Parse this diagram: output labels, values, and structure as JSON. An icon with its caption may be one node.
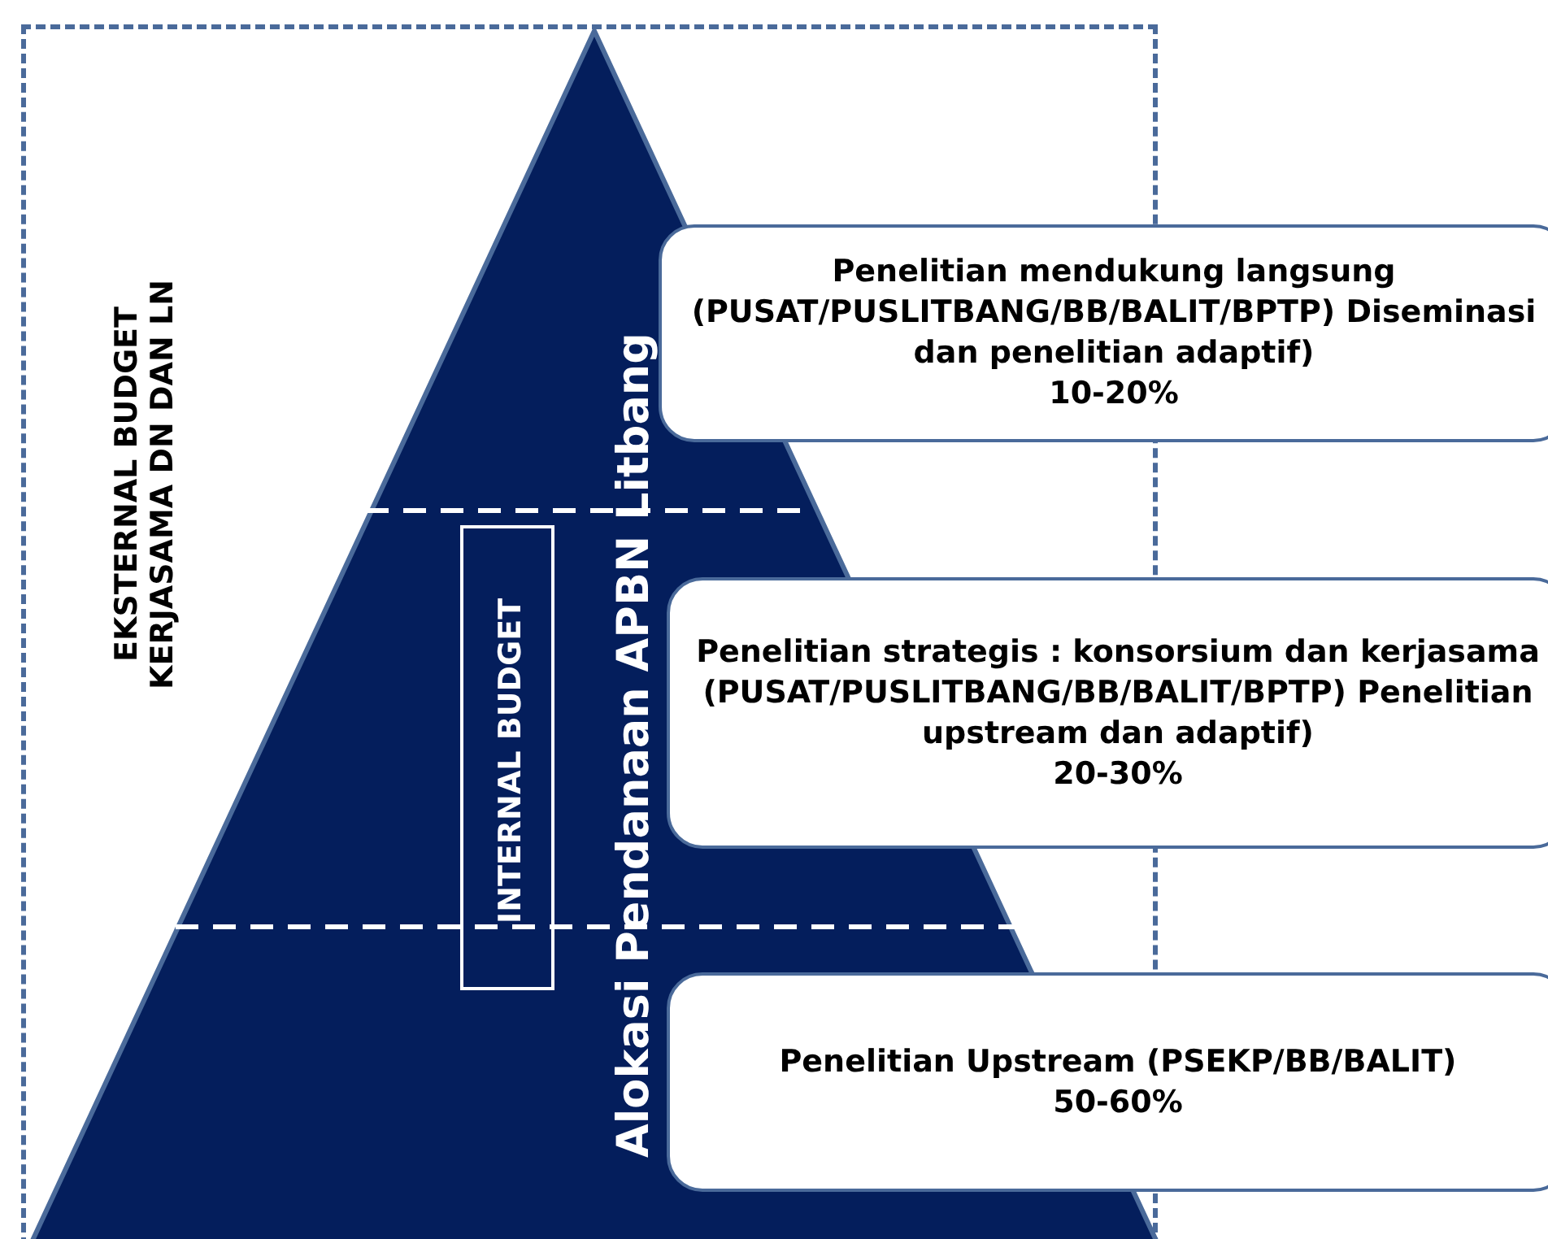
{
  "diagram": {
    "nodes": [
      {
        "text": [
          "EKSTERNAL BUDGET KERJASAMA DN DAN LN"
        ]
      },
      {
        "text": [
          "Alokasi Pendanaan APBN Litbang"
        ],
        "in": 0
      },
      {
        "text": [
          "INTERNAL BUDGET"
        ],
        "in": 1
      },
      {
        "text": [
          "Penelitian mendukung langsung (PUSAT/PUSLITBANG/BB/BALIT/BPTP) Diseminasi dan penelitian adaptif)",
          "10-20%"
        ]
      },
      {
        "text": [
          "Penelitian strategis : konsorsium dan kerjasama (PUSAT/PUSLITBANG/BB/BALIT/BPTP) Penelitian upstream dan adaptif)",
          "20-30%"
        ]
      },
      {
        "text": [
          "Penelitian Upstream (PSEKP/BB/BALIT)",
          "50-60%"
        ]
      }
    ],
    "edges": []
  }
}
